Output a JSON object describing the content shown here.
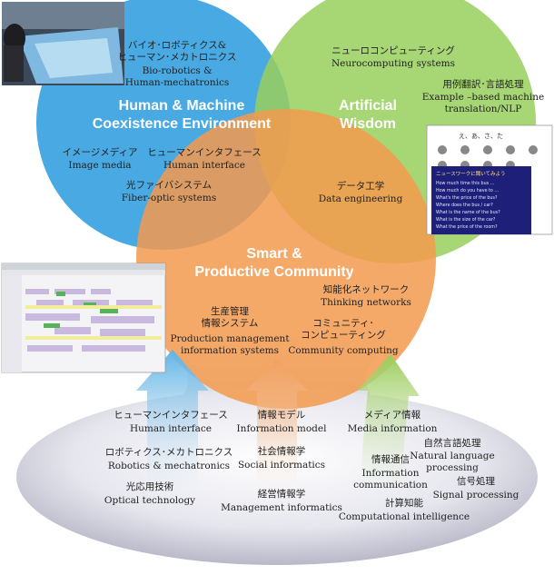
{
  "circles": {
    "human": {
      "title_line1": "Human & Machine",
      "title_line2": "Coexistence Environment",
      "color": "#3aa2e0",
      "items": [
        {
          "jp": "バイオ･ロボティクス&",
          "jp2": "ヒューマン･メカトロニクス",
          "en": "Bio-robotics &",
          "en2": "Human-mechatronics"
        },
        {
          "jp": "イメージメディア",
          "en": "Image media"
        },
        {
          "jp": "ヒューマンインタフェース",
          "en": "Human interface"
        },
        {
          "jp": "光ファイバシステム",
          "en": "Fiber-optic systems"
        }
      ]
    },
    "wisdom": {
      "title_line1": "Artificial",
      "title_line2": "Wisdom",
      "color": "#8cc84b",
      "items": [
        {
          "jp": "ニューロコンピューティング",
          "en": "Neurocomputing systems"
        },
        {
          "jp": "用例翻訳･言語処理",
          "en": "Example –based machine",
          "en2": "translation/NLP"
        },
        {
          "jp": "データ工学",
          "en": "Data engineering"
        }
      ]
    },
    "community": {
      "title_line1": "Smart &",
      "title_line2": "Productive Community",
      "color": "#f39a4e",
      "items": [
        {
          "jp": "知能化ネットワーク",
          "en": "Thinking networks"
        },
        {
          "jp": "生産管理",
          "jp2": "情報システム",
          "en": "Production management",
          "en2": "information systems"
        },
        {
          "jp": "コミュニティ･",
          "jp2": "コンピューティング",
          "en": "Community computing"
        }
      ]
    }
  },
  "base": {
    "left": [
      {
        "jp": "ヒューマンインタフェース",
        "en": "Human interface"
      },
      {
        "jp": "ロボティクス･メカトロニクス",
        "en": "Robotics & mechatronics"
      },
      {
        "jp": "光応用技術",
        "en": "Optical  technology"
      }
    ],
    "middle": [
      {
        "jp": "情報モデル",
        "en": "Information model"
      },
      {
        "jp": "社会情報学",
        "en": "Social informatics"
      },
      {
        "jp": "経営情報学",
        "en": "Management informatics"
      }
    ],
    "right": [
      {
        "jp": "メディア情報",
        "en": "Media information"
      },
      {
        "jp": "自然言語処理",
        "en": "Natural language",
        "en2": "processing"
      },
      {
        "jp": "情報通信",
        "en": "Information",
        "en2": "communication"
      },
      {
        "jp": "信号処理",
        "en": "Signal processing"
      },
      {
        "jp": "計算知能",
        "en": "Computational intelligence"
      }
    ]
  },
  "screenshot_text": {
    "top": "え、あ、さ、た",
    "instruction": "ニュースワークに聞いてみよう",
    "lines": [
      "How much time this bus …",
      "How much do you have to …",
      "What's the price of the bus?",
      "Where does the bus / car?",
      "What is the name of the bus?",
      "What is the size of the car?",
      "What the price of the room?"
    ]
  }
}
